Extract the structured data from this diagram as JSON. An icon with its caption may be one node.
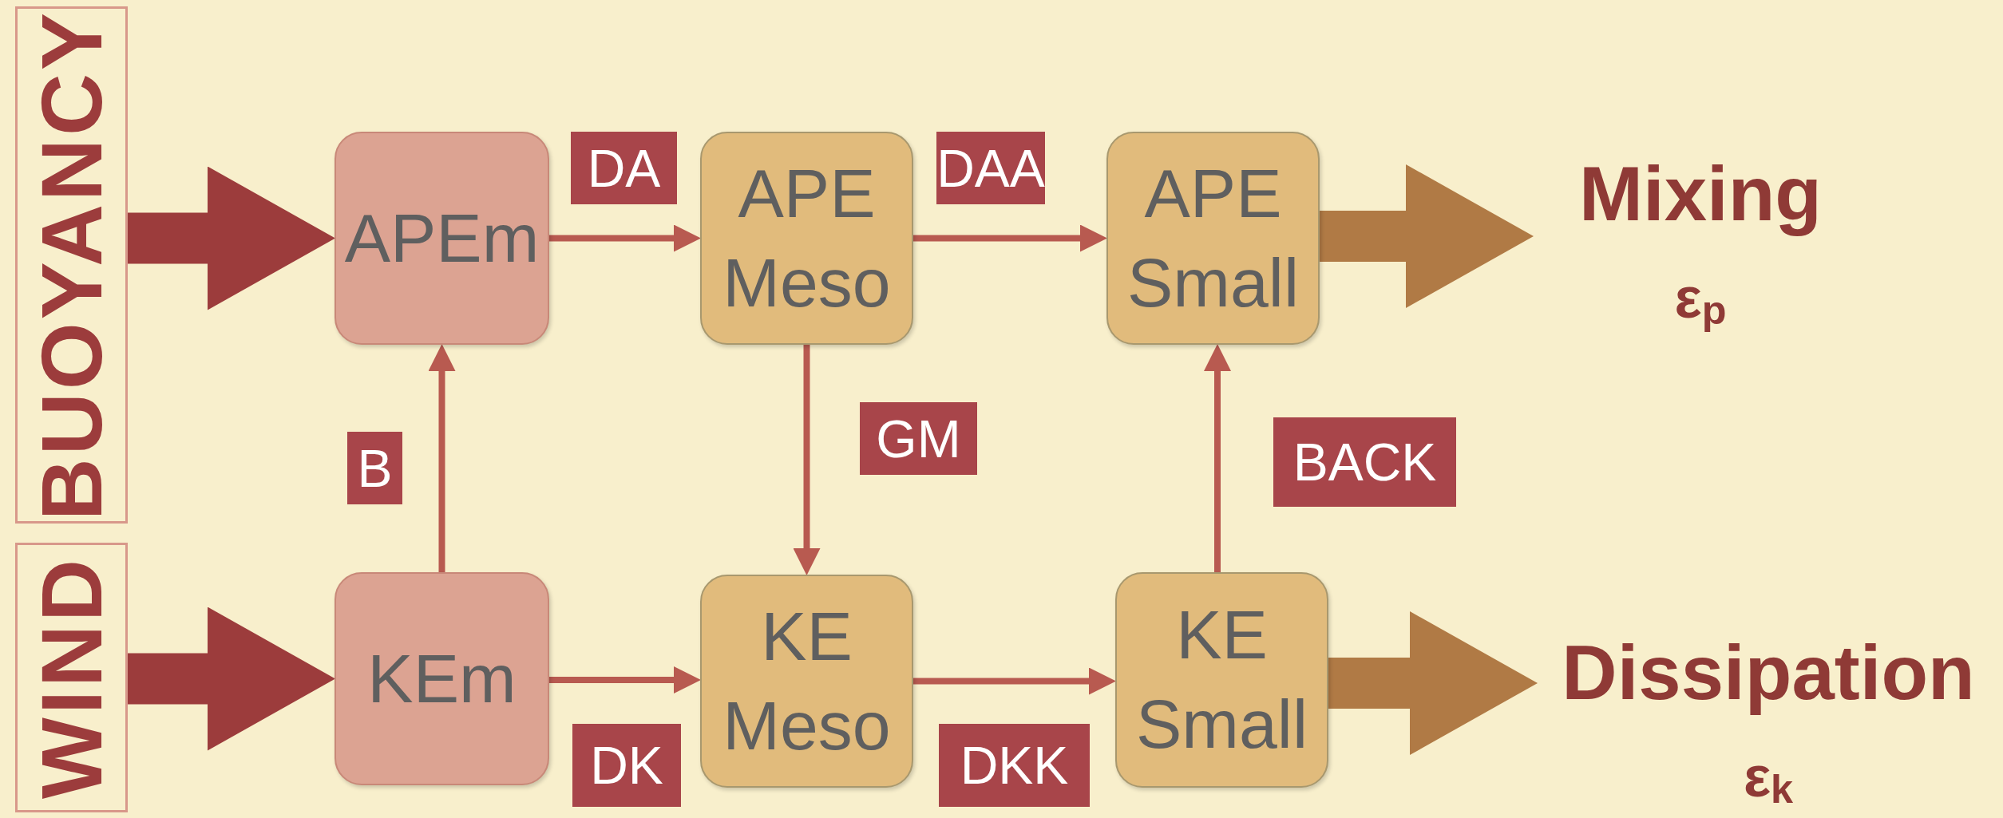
{
  "diagram": {
    "nodes": [
      {
        "text": [
          "BUOYANCY"
        ]
      },
      {
        "text": [
          "APEm"
        ]
      },
      {
        "text": [
          "APE Meso"
        ]
      },
      {
        "text": [
          "APE Small"
        ]
      },
      {
        "text": [
          "Mixing",
          "ε$_{p}$"
        ]
      },
      {
        "text": [
          "WIND"
        ]
      },
      {
        "text": [
          "KEm"
        ]
      },
      {
        "text": [
          "KE Meso"
        ]
      },
      {
        "text": [
          "KE Small"
        ]
      },
      {
        "text": [
          "Dissipation",
          "ε$_{k}$"
        ]
      }
    ],
    "edges": [
      {
        "from": 0,
        "to": 1,
        "arrow": "to",
        "style": "thick",
        "color": "#9c3c3c"
      },
      {
        "from": 5,
        "to": 6,
        "arrow": "to",
        "style": "thick",
        "color": "#9c3c3c"
      },
      {
        "from": 1,
        "to": 2,
        "arrow": "to",
        "label": "DA"
      },
      {
        "from": 2,
        "to": 3,
        "arrow": "to",
        "label": "DAA"
      },
      {
        "from": 2,
        "to": 7,
        "arrow": "to",
        "label": "GM"
      },
      {
        "from": 6,
        "to": 1,
        "arrow": "to",
        "label": "B"
      },
      {
        "from": 8,
        "to": 3,
        "arrow": "to",
        "label": "BACK"
      },
      {
        "from": 6,
        "to": 7,
        "arrow": "to",
        "label": "DK"
      },
      {
        "from": 7,
        "to": 8,
        "arrow": "to",
        "label": "DKK"
      },
      {
        "from": 3,
        "to": 4,
        "arrow": "to",
        "style": "thick",
        "color": "#b07a45"
      },
      {
        "from": 8,
        "to": 9,
        "arrow": "to",
        "style": "thick",
        "color": "#b07a45"
      }
    ]
  }
}
